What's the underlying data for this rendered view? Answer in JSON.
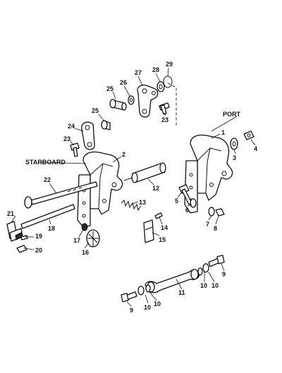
{
  "labels": {
    "starboard": "STARBOARD",
    "port": "PORT"
  },
  "callouts": {
    "c1": "1",
    "c2": "2",
    "c3": "3",
    "c4": "4",
    "c5": "5",
    "c6": "6",
    "c7": "7",
    "c8": "8",
    "c9a": "9",
    "c9b": "9",
    "c10a": "10",
    "c10b": "10",
    "c10c": "10",
    "c10d": "10",
    "c11": "11",
    "c12": "12",
    "c13": "13",
    "c14": "14",
    "c15": "15",
    "c16": "16",
    "c17": "17",
    "c18": "18",
    "c19": "19",
    "c20": "20",
    "c21": "21",
    "c22": "22",
    "c23a": "23",
    "c23b": "23",
    "c24": "24",
    "c25a": "25",
    "c25b": "25",
    "c26": "26",
    "c27": "27",
    "c28": "28",
    "c29": "29"
  }
}
